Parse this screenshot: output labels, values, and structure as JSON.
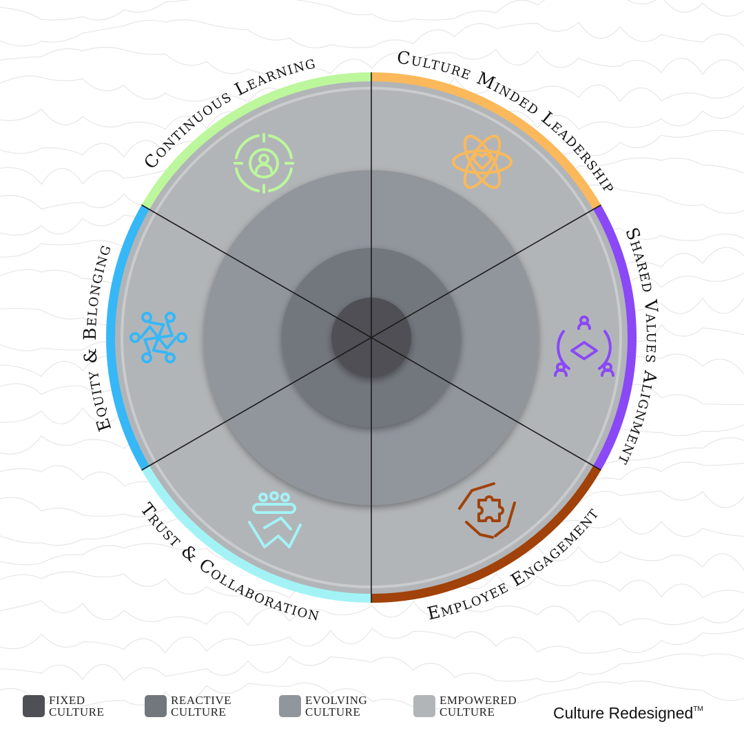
{
  "segments": [
    {
      "label": "Culture Minded Leadership",
      "color": "#fbb95b",
      "icon": "atom-heart-icon"
    },
    {
      "label": "Shared Values Alignment",
      "color": "#8a48f6",
      "icon": "team-hands-circle-icon"
    },
    {
      "label": "Employee Engagement",
      "color": "#a0420a",
      "icon": "puzzle-hands-icon"
    },
    {
      "label": "Trust & Collaboration",
      "color": "#a3f3f6",
      "icon": "handshake-team-icon"
    },
    {
      "label": "Equity & Belonging",
      "color": "#36b7f7",
      "icon": "people-circle-icon"
    },
    {
      "label": "Continuous Learning",
      "color": "#bcf79c",
      "icon": "person-cycle-icon"
    }
  ],
  "levels": [
    {
      "line1": "FIXED",
      "line2": "CULTURE",
      "color": "#4f5055"
    },
    {
      "line1": "REACTIVE",
      "line2": "CULTURE",
      "color": "#72767d"
    },
    {
      "line1": "EVOLVING",
      "line2": "CULTURE",
      "color": "#91959c"
    },
    {
      "line1": "EMPOWERED",
      "line2": "CULTURE",
      "color": "#b2b5b8"
    }
  ],
  "brand": {
    "name": "Culture Redesigned",
    "mark": "TM"
  }
}
